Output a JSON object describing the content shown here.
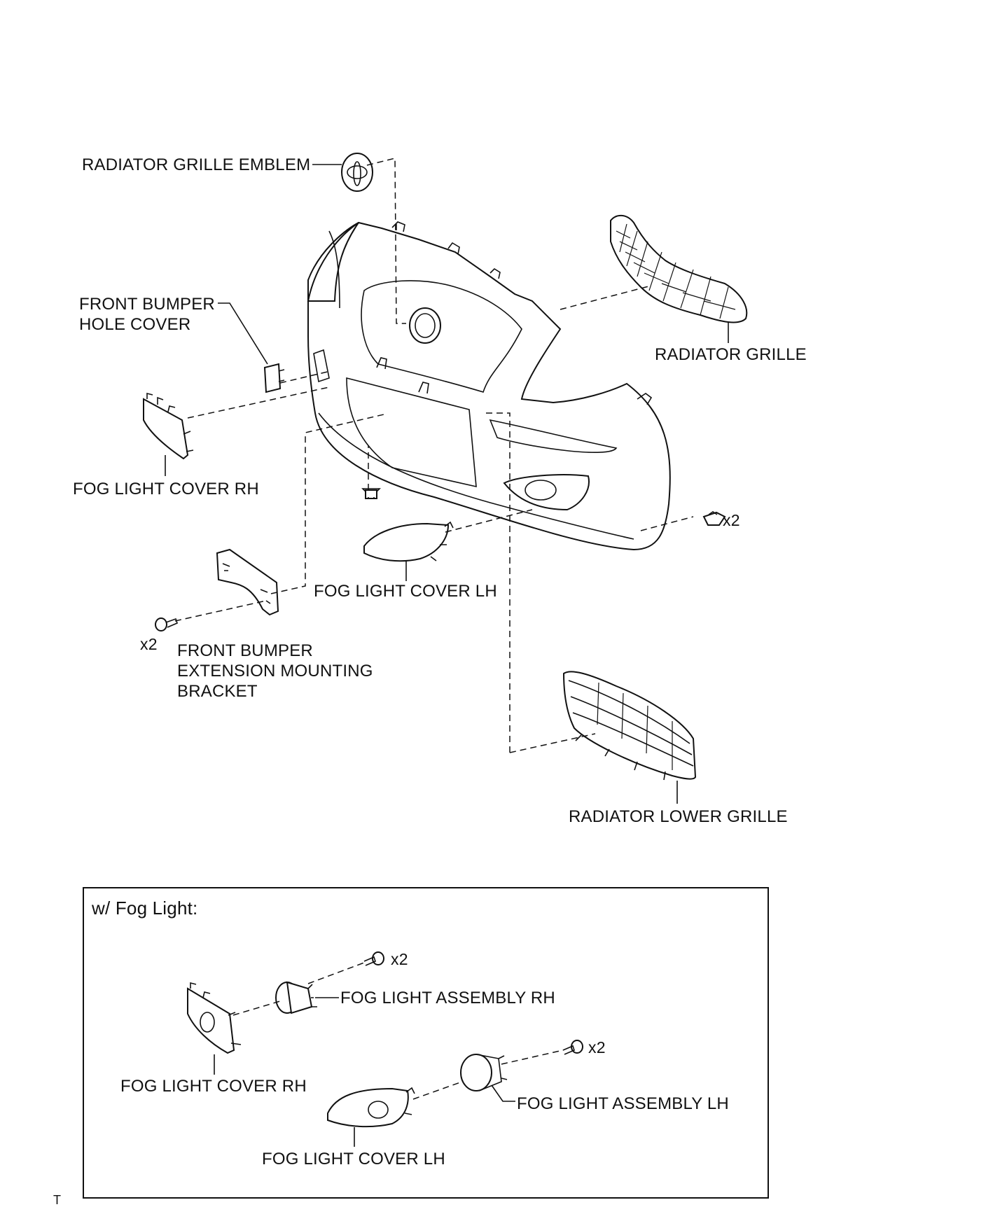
{
  "labels": {
    "radiator_grille_emblem": "RADIATOR GRILLE EMBLEM",
    "front_bumper_hole_cover": "FRONT BUMPER\nHOLE COVER",
    "radiator_grille": "RADIATOR GRILLE",
    "fog_light_cover_rh": "FOG LIGHT COVER RH",
    "qty_clip": "x2",
    "fog_light_cover_lh": "FOG LIGHT COVER LH",
    "qty_bolt": "x2",
    "front_bumper_extension_mounting_bracket": "FRONT BUMPER\nEXTENSION MOUNTING\nBRACKET",
    "radiator_lower_grille": "RADIATOR LOWER GRILLE"
  },
  "inset": {
    "title": "w/ Fog Light:",
    "qty_screw_rh": "x2",
    "fog_light_assembly_rh": "FOG LIGHT ASSEMBLY RH",
    "qty_screw_lh": "x2",
    "fog_light_cover_rh": "FOG LIGHT COVER RH",
    "fog_light_assembly_lh": "FOG LIGHT ASSEMBLY LH",
    "fog_light_cover_lh": "FOG LIGHT COVER LH"
  },
  "footer_mark": "T"
}
